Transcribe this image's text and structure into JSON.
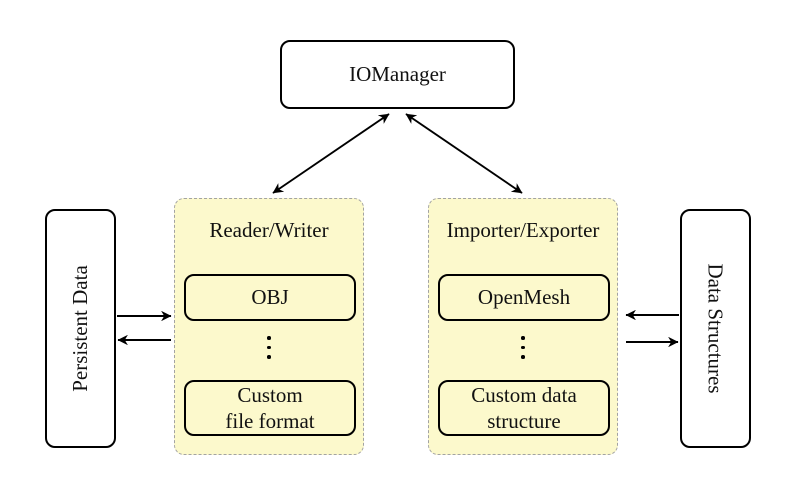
{
  "diagram": {
    "background_color": "#ffffff",
    "group_fill_color": "#fcf9cc",
    "dashed_border_color": "#a3a3a3",
    "node_border_color": "#000000",
    "iomanager": {
      "label": "IOManager"
    },
    "reader_writer_group": {
      "title": "Reader/Writer",
      "items": [
        "OBJ",
        "Custom\nfile format"
      ],
      "ellipsis": "⋮"
    },
    "importer_exporter_group": {
      "title": "Importer/Exporter",
      "items": [
        "OpenMesh",
        "Custom data\nstructure"
      ],
      "ellipsis": "⋮"
    },
    "persistent_data": {
      "label": "Persistent Data"
    },
    "data_structures": {
      "label": "Data Structures"
    },
    "arrows": [
      {
        "from": "IOManager",
        "to": "Reader/Writer",
        "bidirectional": true
      },
      {
        "from": "IOManager",
        "to": "Importer/Exporter",
        "bidirectional": true
      },
      {
        "from": "Persistent Data",
        "to": "Reader/Writer",
        "bidirectional": false
      },
      {
        "from": "Reader/Writer",
        "to": "Persistent Data",
        "bidirectional": false
      },
      {
        "from": "Data Structures",
        "to": "Importer/Exporter",
        "bidirectional": false
      },
      {
        "from": "Importer/Exporter",
        "to": "Data Structures",
        "bidirectional": false
      }
    ]
  }
}
